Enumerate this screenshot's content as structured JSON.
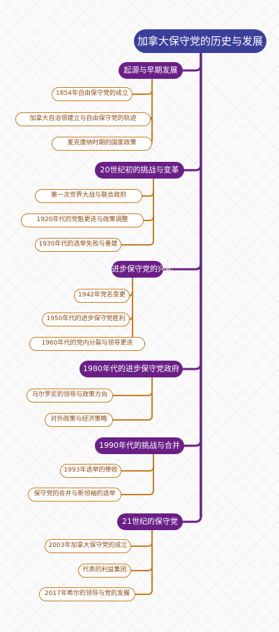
{
  "root": {
    "title": "加拿大保守党的历史与发展"
  },
  "colors": {
    "root": "#3b3f9a",
    "branch": "#6a1f86",
    "leaf_border": "#c97a22",
    "leaf_text": "#8a4a14"
  },
  "branches": [
    {
      "label": "起源与早期发展",
      "leaves": [
        "1854年自由保守党的成立",
        "加拿大自治领建立与自由保守党的轨迹",
        "麦克唐纳时期的国家政策"
      ]
    },
    {
      "label": "20世纪初的挑战与变革",
      "leaves": [
        "第一次世界大战与联合政府",
        "1920年代的党魁更迭与政策调整",
        "1930年代的选举失败与重建"
      ]
    },
    {
      "label": "进步保守党的兴起",
      "leaves": [
        "1942年党名变更",
        "1950年代的进步保守党胜利",
        "1960年代的党内分裂与领导更迭"
      ]
    },
    {
      "label": "1980年代的进步保守党政府",
      "leaves": [
        "马尔罗尼的领导与政策方向",
        "对外政策与经济策略"
      ]
    },
    {
      "label": "1990年代的挑战与合并",
      "leaves": [
        "1993年选举的惨败",
        "保守党的合并与新领袖的选举"
      ]
    },
    {
      "label": "21世纪的保守党",
      "leaves": [
        "2003年加拿大保守党的成立",
        "代表的利益集团",
        "2017年希尔的领导与党的发展"
      ]
    }
  ]
}
